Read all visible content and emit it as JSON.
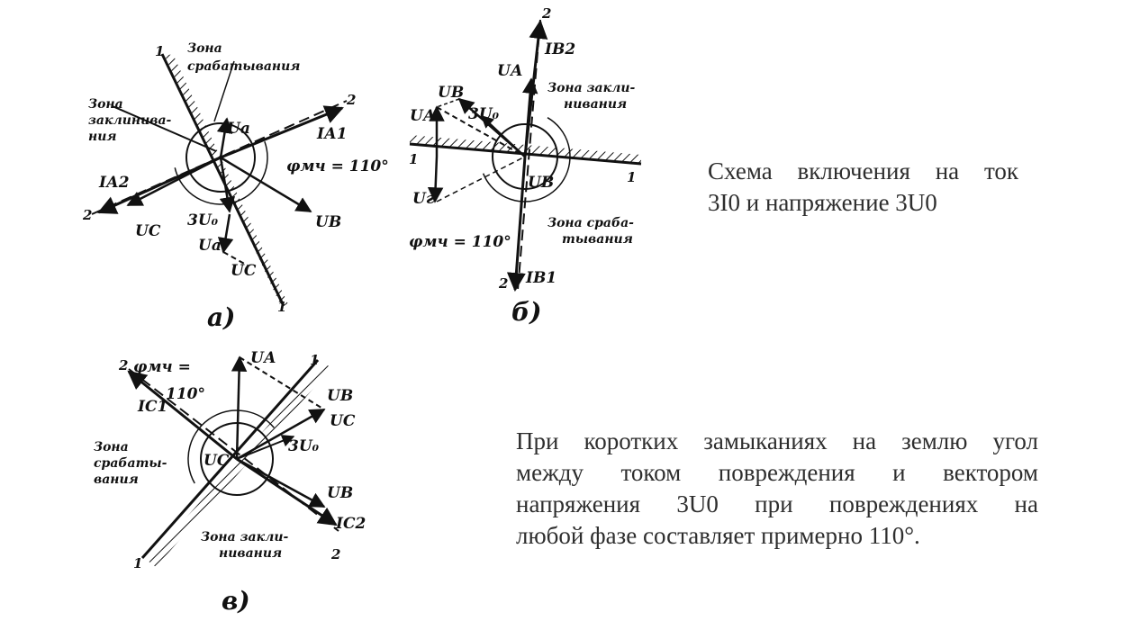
{
  "diagram_a": {
    "caption": "а)",
    "zone_trip": [
      "Зона",
      "срабатывания"
    ],
    "zone_block": [
      "Зона",
      "заклинива-",
      "ния"
    ],
    "angle": "φмч = 110°",
    "vectors": {
      "ua": "Uа",
      "ub": "UВ",
      "uc": "UС",
      "zero": "3U₀",
      "ua2": "Uа",
      "uc2": "UС",
      "i1": "IА1",
      "i2": "IА2"
    },
    "lines": {
      "l1_top": "1",
      "l1_bottom": "1",
      "l2_right": "2",
      "l2_left": "2"
    }
  },
  "diagram_b": {
    "caption": "б)",
    "zone_block": [
      "Зона закли-",
      "нивания"
    ],
    "zone_trip": [
      "Зона сраба-",
      "тывания"
    ],
    "angle": "φмч = 110°",
    "vectors": {
      "ua_top": "UА",
      "ub": "UВ",
      "ua_left": "UА",
      "zero": "3U₀",
      "ug": "Uг",
      "ub_center": "UВ",
      "ib2": "IВ2",
      "ib1": "IВ1"
    },
    "lines": {
      "l2_top": "2",
      "l2_bottom": "2",
      "l1_left": "1",
      "l1_right": "1"
    }
  },
  "diagram_v": {
    "caption": "в)",
    "zone_trip": [
      "Зона",
      "срабаты-",
      "вания"
    ],
    "zone_block": [
      "Зона закли-",
      "нивания"
    ],
    "angle_prefix": "φмч =",
    "angle_value": "110°",
    "vectors": {
      "ua": "UА",
      "ub_top": "UВ",
      "uc_right": "UС",
      "zero": "3U₀",
      "uc_center": "UС",
      "ub_bottom": "UВ",
      "ic1": "IС1",
      "ic2": "IС2"
    },
    "lines": {
      "l2_top": "2",
      "l2_bottom": "2",
      "l1_top": "1",
      "l1_bottom": "1"
    }
  },
  "notes": {
    "scheme": [
      "Схема включения на ток",
      "3I0 и напряжение 3U0"
    ],
    "fault": [
      "При коротких замыканиях на землю угол",
      "между током повреждения   и вектором",
      "напряжения 3U0 при повреждениях на",
      "любой фазе составляет примерно 110°."
    ]
  }
}
